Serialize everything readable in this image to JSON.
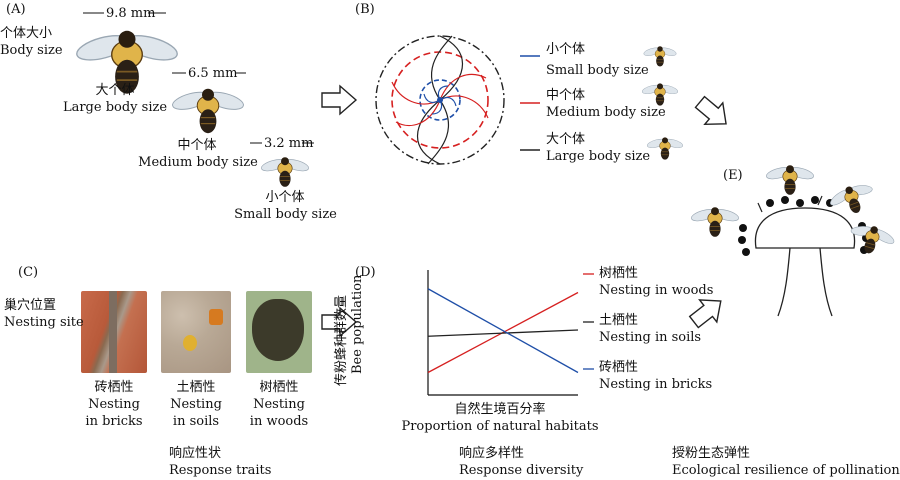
{
  "panels": {
    "A": "(A)",
    "B": "(B)",
    "C": "(C)",
    "D": "(D)",
    "E": "(E)"
  },
  "panelA": {
    "row_label_cn": "个体大小",
    "row_label_en": "Body size",
    "large": {
      "size": "9.8 mm",
      "cn": "大个体",
      "en": "Large body size"
    },
    "medium": {
      "size": "6.5 mm",
      "cn": "中个体",
      "en": "Medium body size"
    },
    "small": {
      "size": "3.2 mm",
      "cn": "小个体",
      "en": "Small body size"
    }
  },
  "panelB": {
    "legend": [
      {
        "cn": "小个体",
        "en": "Small body size",
        "color": "#1f4fa8"
      },
      {
        "cn": "中个体",
        "en": "Medium body size",
        "color": "#d62020"
      },
      {
        "cn": "大个体",
        "en": "Large body size",
        "color": "#222222"
      }
    ]
  },
  "panelC": {
    "row_label_cn": "巢穴位置",
    "row_label_en": "Nesting site",
    "photos": [
      {
        "cn": "砖栖性",
        "en1": "Nesting",
        "en2": "in bricks"
      },
      {
        "cn": "土栖性",
        "en1": "Nesting",
        "en2": "in soils"
      },
      {
        "cn": "树栖性",
        "en1": "Nesting",
        "en2": "in woods"
      }
    ],
    "caption_cn": "响应性状",
    "caption_en": "Response traits"
  },
  "panelD": {
    "ylabel_cn": "传粉蜂种群数量",
    "ylabel_en": "Bee population",
    "xlabel_cn": "自然生境百分率",
    "xlabel_en": "Proportion of natural habitats",
    "caption_cn": "响应多样性",
    "caption_en": "Response diversity",
    "chart_data": {
      "type": "line",
      "x": [
        0,
        1
      ],
      "ylim": [
        0,
        1
      ],
      "series": [
        {
          "cn": "树栖性",
          "en": "Nesting in woods",
          "color": "#d62020",
          "values": [
            0.18,
            0.82
          ]
        },
        {
          "cn": "土栖性",
          "en": "Nesting in soils",
          "color": "#222222",
          "values": [
            0.47,
            0.52
          ]
        },
        {
          "cn": "砖栖性",
          "en": "Nesting in bricks",
          "color": "#1f4fa8",
          "values": [
            0.85,
            0.18
          ]
        }
      ]
    }
  },
  "panelE": {
    "caption_cn": "授粉生态弹性",
    "caption_en": "Ecological resilience of pollination"
  }
}
